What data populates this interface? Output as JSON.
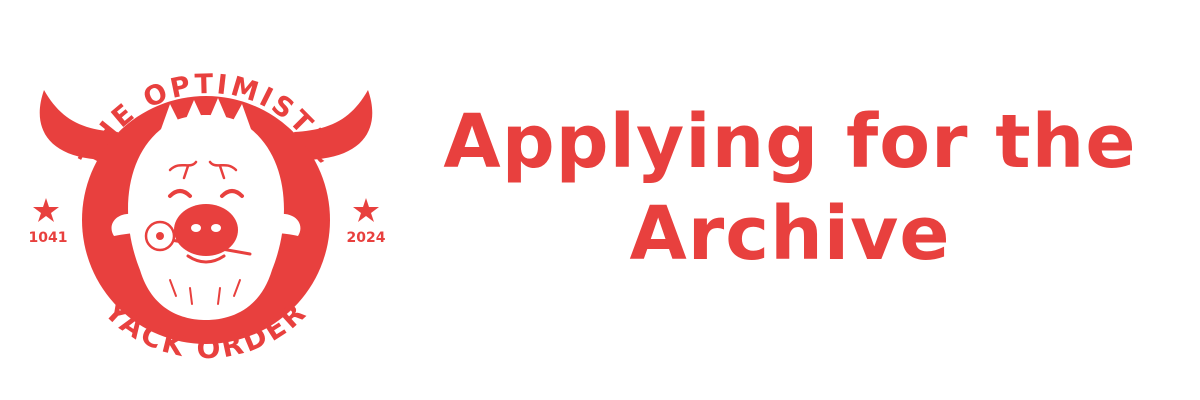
{
  "brand": {
    "color": "#e8403e",
    "arc_top": "THE OPTIMISTIC",
    "arc_bottom": "YACK ORDER",
    "year_left": "1041",
    "year_right": "2024",
    "emblem_icon": "yak-face-icon"
  },
  "headline": {
    "line1": "Applying for the",
    "line2": "Archive"
  }
}
